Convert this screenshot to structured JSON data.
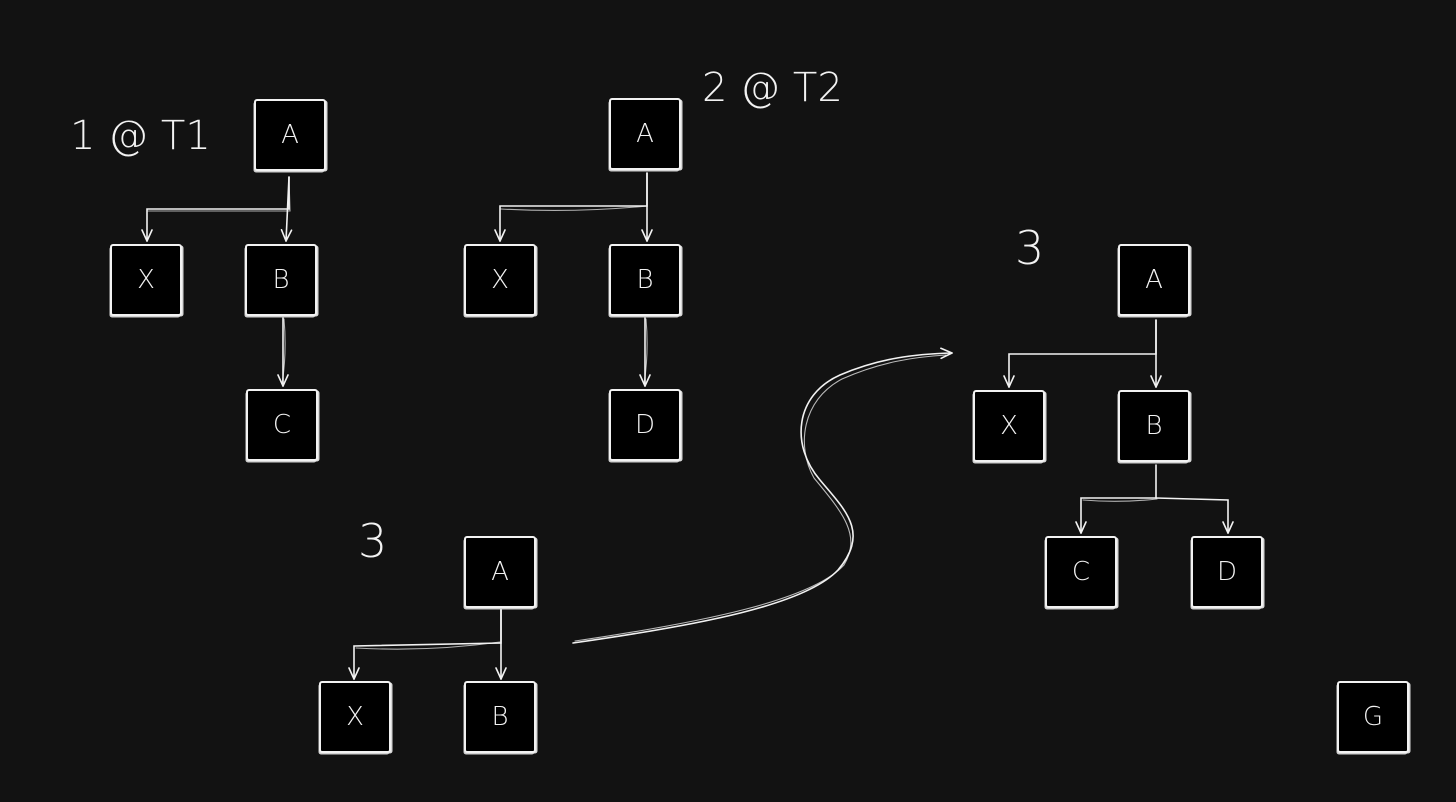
{
  "diagram": {
    "captions": {
      "t1": "1 @ T1",
      "t2": "2 @ T2",
      "step3_left": "3",
      "step3_right": "3"
    },
    "tree_t1": {
      "root": "A",
      "left": "X",
      "mid": "B",
      "child": "C"
    },
    "tree_t2": {
      "root": "A",
      "left": "X",
      "mid": "B",
      "child": "D"
    },
    "tree_step3_partial": {
      "root": "A",
      "left": "X",
      "mid": "B"
    },
    "tree_step3_merged": {
      "root": "A",
      "left": "X",
      "mid": "B",
      "child_left": "C",
      "child_right": "D"
    },
    "orphan": "G",
    "colors": {
      "background": "#121212",
      "node_fill": "#000000",
      "stroke": "#f2f2f2"
    }
  }
}
